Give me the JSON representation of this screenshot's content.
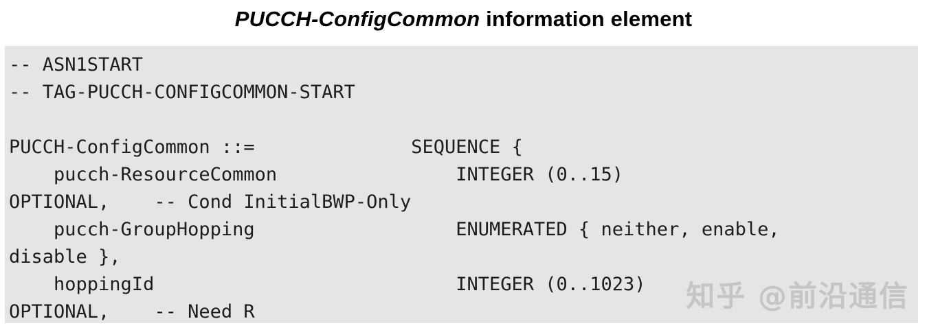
{
  "title": {
    "name": "PUCCH-ConfigCommon",
    "suffix": " information element"
  },
  "code": {
    "lines": [
      "-- ASN1START",
      "-- TAG-PUCCH-CONFIGCOMMON-START",
      " ",
      "PUCCH-ConfigCommon ::=              SEQUENCE {",
      "    pucch-ResourceCommon                INTEGER (0..15)",
      "OPTIONAL,    -- Cond InitialBWP-Only",
      "    pucch-GroupHopping                  ENUMERATED { neither, enable,",
      "disable },",
      "    hoppingId                           INTEGER (0..1023)",
      "OPTIONAL,    -- Need R"
    ]
  },
  "watermark": {
    "text": "知乎 @前沿通信"
  },
  "colors": {
    "code_background": "#e5e5e5",
    "code_text": "#1d1d1d",
    "watermark": "#c2c2c2"
  }
}
